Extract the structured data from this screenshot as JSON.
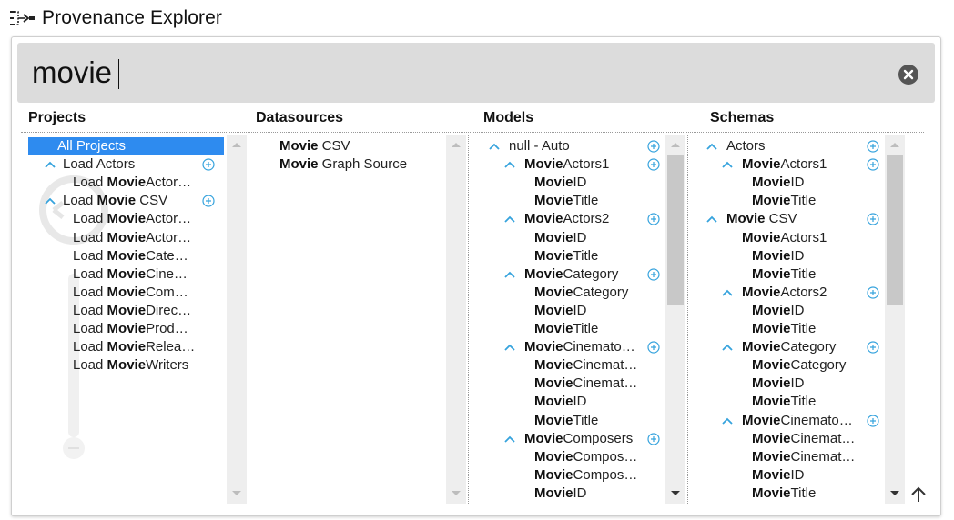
{
  "app": {
    "title": "Provenance Explorer",
    "icon": "provenance-flow-icon"
  },
  "search": {
    "value": "movie",
    "clear_icon": "close-circle-icon"
  },
  "columns": {
    "projects": "Projects",
    "datasources": "Datasources",
    "models": "Models",
    "schemas": "Schemas"
  },
  "projects": {
    "all": "All Projects",
    "items": [
      {
        "pre": "Load Actors",
        "bold": "",
        "post": ""
      },
      {
        "pre": "Load ",
        "bold": "Movie",
        "post": "Actor…"
      },
      {
        "pre": "Load ",
        "bold": "Movie",
        "post": " CSV"
      },
      {
        "pre": "Load ",
        "bold": "Movie",
        "post": "Actor…"
      },
      {
        "pre": "Load ",
        "bold": "Movie",
        "post": "Actor…"
      },
      {
        "pre": "Load ",
        "bold": "Movie",
        "post": "Cate…"
      },
      {
        "pre": "Load ",
        "bold": "Movie",
        "post": "Cine…"
      },
      {
        "pre": "Load ",
        "bold": "Movie",
        "post": "Com…"
      },
      {
        "pre": "Load ",
        "bold": "Movie",
        "post": "Direc…"
      },
      {
        "pre": "Load ",
        "bold": "Movie",
        "post": "Prod…"
      },
      {
        "pre": "Load ",
        "bold": "Movie",
        "post": "Relea…"
      },
      {
        "pre": "Load ",
        "bold": "Movie",
        "post": "Writers"
      }
    ]
  },
  "datasources": {
    "items": [
      {
        "bold": "Movie",
        "post": " CSV"
      },
      {
        "bold": "Movie",
        "post": " Graph Source"
      }
    ]
  },
  "models": {
    "items": [
      {
        "bold": "",
        "post": "null - Auto"
      },
      {
        "bold": "Movie",
        "post": "Actors1"
      },
      {
        "bold": "Movie",
        "post": "ID"
      },
      {
        "bold": "Movie",
        "post": "Title"
      },
      {
        "bold": "Movie",
        "post": "Actors2"
      },
      {
        "bold": "Movie",
        "post": "ID"
      },
      {
        "bold": "Movie",
        "post": "Title"
      },
      {
        "bold": "Movie",
        "post": "Category"
      },
      {
        "bold": "Movie",
        "post": "Category"
      },
      {
        "bold": "Movie",
        "post": "ID"
      },
      {
        "bold": "Movie",
        "post": "Title"
      },
      {
        "bold": "Movie",
        "post": "Cinemato…"
      },
      {
        "bold": "Movie",
        "post": "Cinemat…"
      },
      {
        "bold": "Movie",
        "post": "Cinemat…"
      },
      {
        "bold": "Movie",
        "post": "ID"
      },
      {
        "bold": "Movie",
        "post": "Title"
      },
      {
        "bold": "Movie",
        "post": "Composers"
      },
      {
        "bold": "Movie",
        "post": "Compos…"
      },
      {
        "bold": "Movie",
        "post": "Compos…"
      },
      {
        "bold": "Movie",
        "post": "ID"
      }
    ]
  },
  "schemas": {
    "items": [
      {
        "bold": "",
        "post": "Actors"
      },
      {
        "bold": "Movie",
        "post": "Actors1"
      },
      {
        "bold": "Movie",
        "post": "ID"
      },
      {
        "bold": "Movie",
        "post": "Title"
      },
      {
        "bold": "Movie",
        "post": " CSV"
      },
      {
        "bold": "Movie",
        "post": "Actors1"
      },
      {
        "bold": "Movie",
        "post": "ID"
      },
      {
        "bold": "Movie",
        "post": "Title"
      },
      {
        "bold": "Movie",
        "post": "Actors2"
      },
      {
        "bold": "Movie",
        "post": "ID"
      },
      {
        "bold": "Movie",
        "post": "Title"
      },
      {
        "bold": "Movie",
        "post": "Category"
      },
      {
        "bold": "Movie",
        "post": "Category"
      },
      {
        "bold": "Movie",
        "post": "ID"
      },
      {
        "bold": "Movie",
        "post": "Title"
      },
      {
        "bold": "Movie",
        "post": "Cinemato…"
      },
      {
        "bold": "Movie",
        "post": "Cinemat…"
      },
      {
        "bold": "Movie",
        "post": "Cinemat…"
      },
      {
        "bold": "Movie",
        "post": "ID"
      },
      {
        "bold": "Movie",
        "post": "Title"
      }
    ]
  },
  "colors": {
    "accent": "#2e8bef",
    "search_bg": "#dcdcdc",
    "tree_icon": "#36a3dd"
  }
}
